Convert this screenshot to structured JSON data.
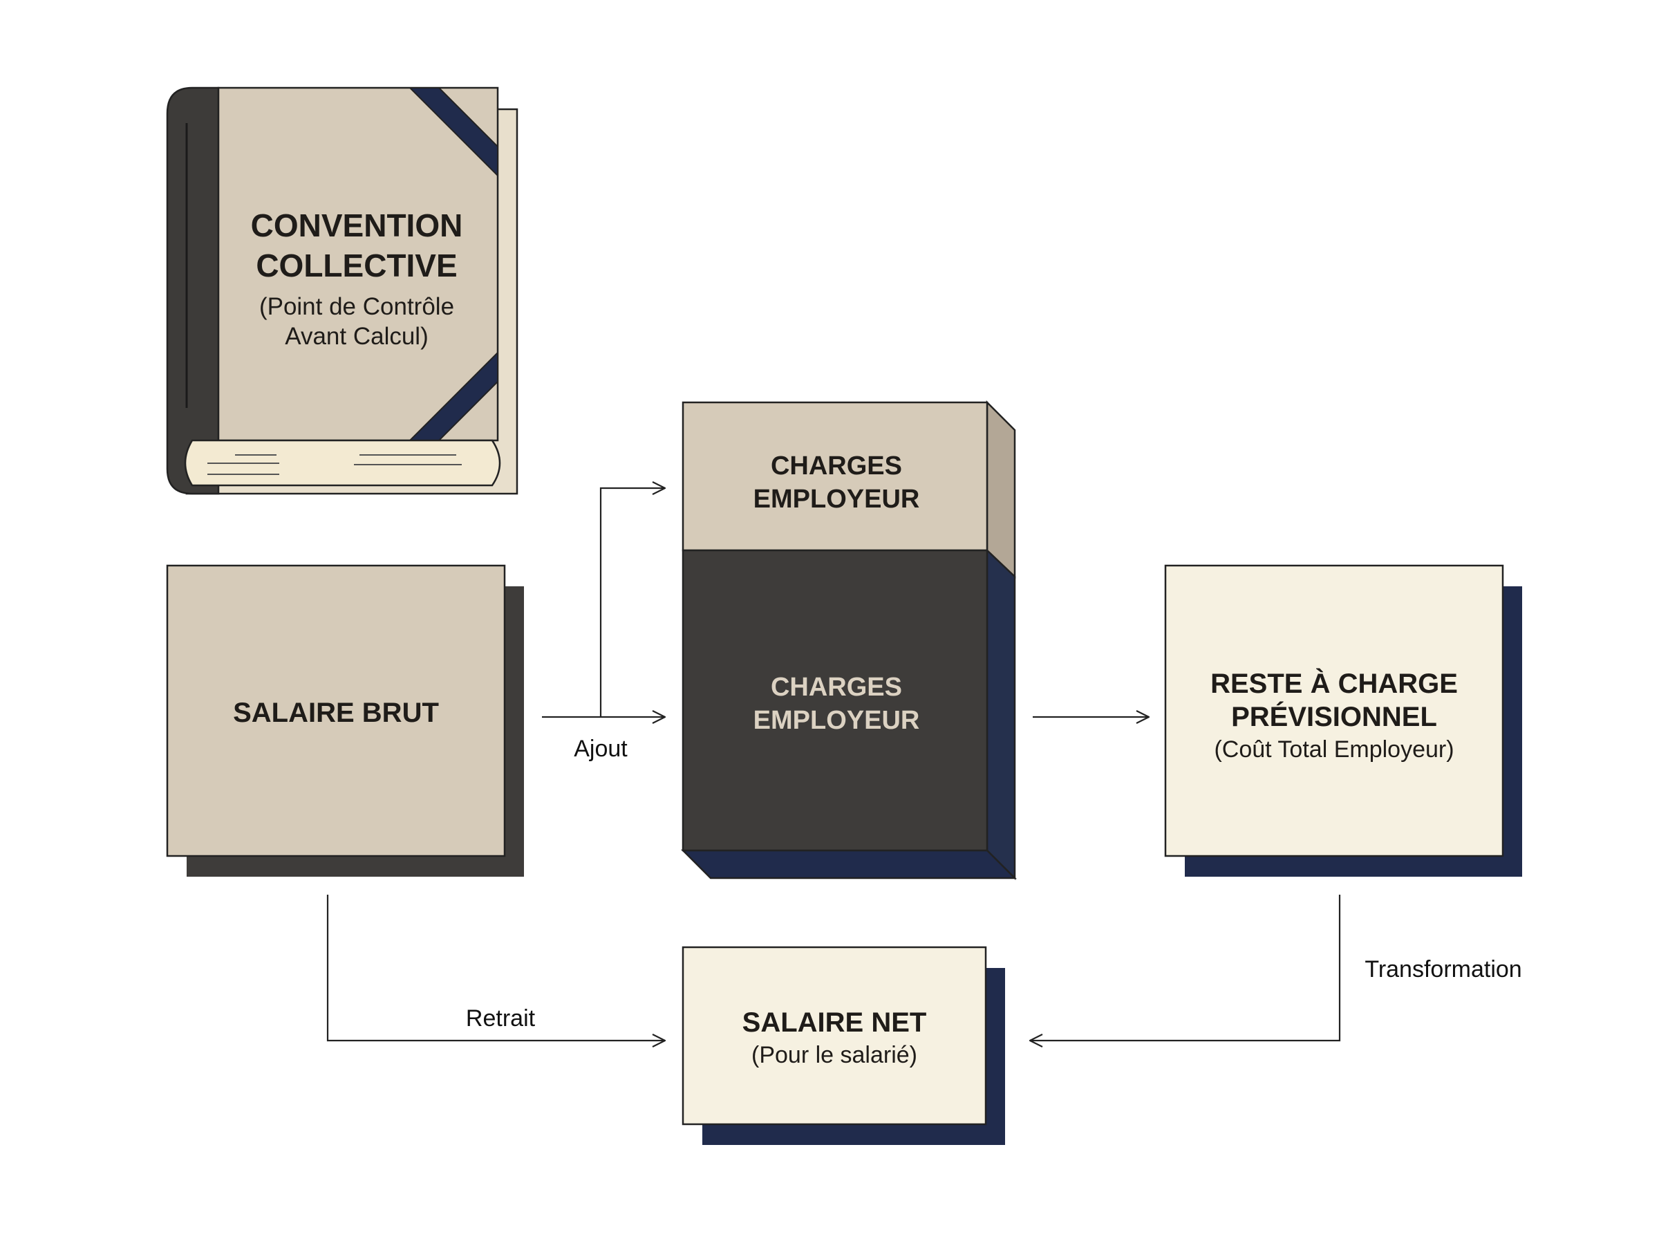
{
  "colors": {
    "tan": "#d6cbb9",
    "cream": "#f6f1e1",
    "charcoal": "#3e3c3a",
    "navy": "#202b4c",
    "stroke": "#222222",
    "light_text": "#dcd2c2"
  },
  "book": {
    "title_line1": "CONVENTION",
    "title_line2": "COLLECTIVE",
    "sub_line1": "(Point de Contrôle",
    "sub_line2": "Avant Calcul)",
    "icon": "book-icon"
  },
  "gross": {
    "title": "SALAIRE BRUT"
  },
  "charges": {
    "top_line1": "CHARGES",
    "top_line2": "EMPLOYEUR",
    "bottom_line1": "CHARGES",
    "bottom_line2": "EMPLOYEUR"
  },
  "total": {
    "title_line1": "RESTE À CHARGE",
    "title_line2": "PRÉVISIONNEL",
    "sub": "(Coût Total Employeur)"
  },
  "net": {
    "title": "SALAIRE NET",
    "sub": "(Pour le salarié)"
  },
  "arrows": {
    "ajout": "Ajout",
    "retrait": "Retrait",
    "transformation": "Transformation"
  }
}
